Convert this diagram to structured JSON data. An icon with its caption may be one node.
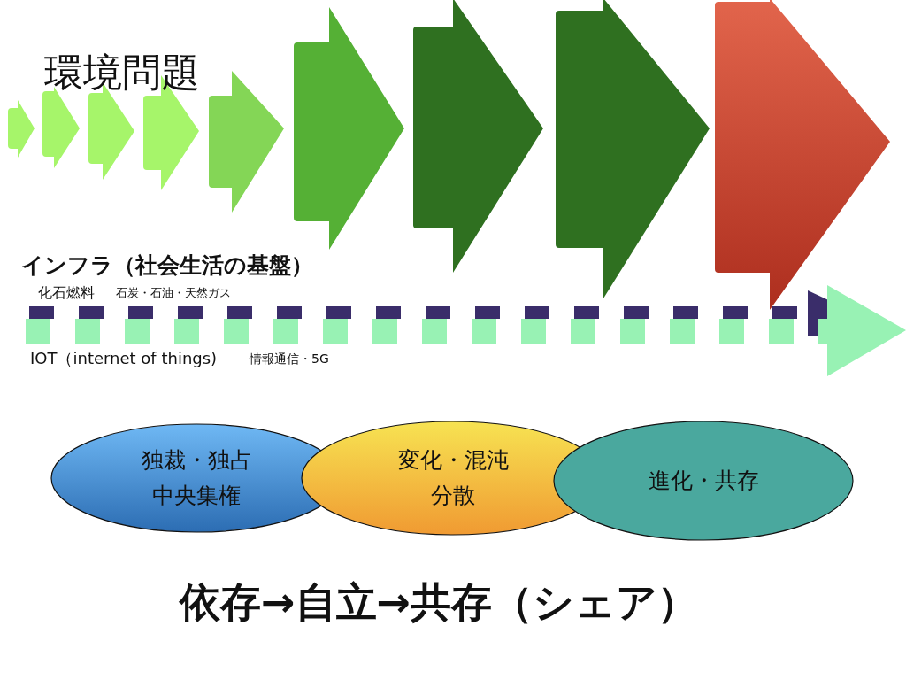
{
  "diagram": {
    "title": "環境問題",
    "nodes": [
      {
        "text": [
          "独裁・独占",
          "中央集権"
        ]
      },
      {
        "text": [
          "変化・混沌",
          "分散"
        ]
      },
      {
        "text": [
          "進化・共存"
        ]
      }
    ],
    "labels": [
      "インフラ（社会生活の基盤）",
      "化石燃料",
      "石炭・石油・天然ガス",
      "IOT（internet of things)",
      "情報通信・5G"
    ],
    "caption": "依存→自立→共存（シェア）"
  }
}
